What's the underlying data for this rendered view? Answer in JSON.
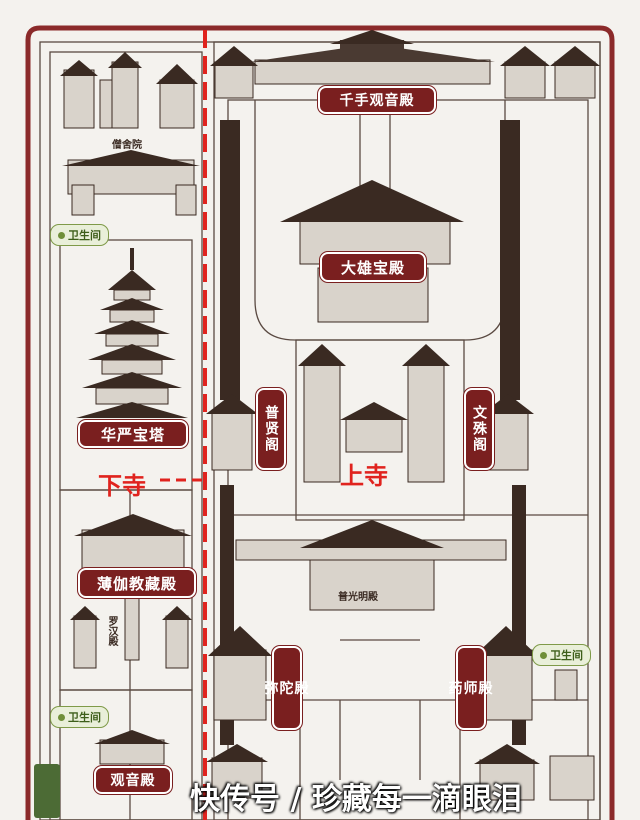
{
  "map": {
    "halls": {
      "qianshou": "千手观音殿",
      "daxiong": "大雄宝殿",
      "puxian": "普贤阁",
      "wenshu": "文殊阁",
      "huayan_pagoda": "华严宝塔",
      "bojia": "薄伽教藏殿",
      "puguangming": "普光明殿",
      "mituo": "弥陀殿",
      "yaoshi": "药师殿",
      "guanyin": "观音殿"
    },
    "small_labels": {
      "sengshe": "僧舍院",
      "luohan": "罗汉殿"
    },
    "toilets": {
      "label": "卫生间"
    },
    "sections": {
      "lower_temple": "下寺",
      "upper_temple": "上寺"
    },
    "watermark": "快传号 / 珍藏每一滴眼泪",
    "colors": {
      "hall_badge": "#7a1f1f",
      "section_text": "#e0231e",
      "divider": "#e0231e",
      "outer_wall": "#8b2a2a",
      "toilet_badge": "#7f9a48",
      "roads": "#5a4a42"
    }
  }
}
